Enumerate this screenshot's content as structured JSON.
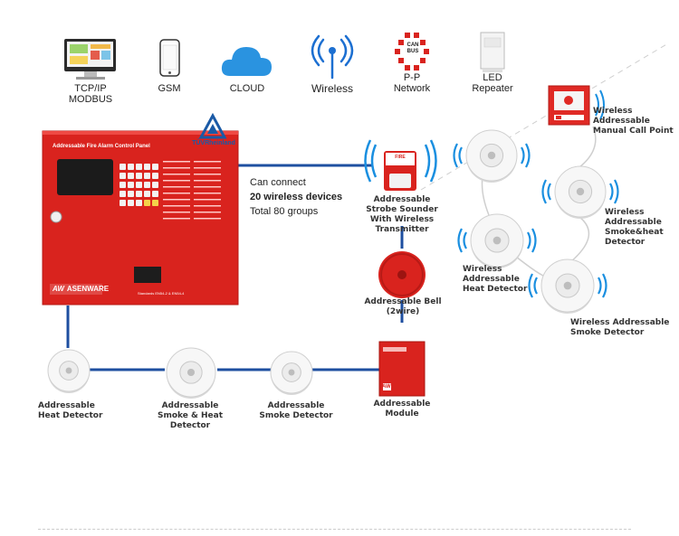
{
  "top_icons": [
    {
      "icon": "computer-icon",
      "lines": [
        "TCP/IP",
        "MODBUS"
      ]
    },
    {
      "icon": "phone-icon",
      "lines": [
        "GSM"
      ]
    },
    {
      "icon": "cloud-icon",
      "lines": [
        "CLOUD"
      ]
    },
    {
      "icon": "wireless-antenna-icon",
      "lines": [
        "Wireless"
      ]
    },
    {
      "icon": "network-icon",
      "lines": [
        "P-P",
        "Network"
      ],
      "icon_text": [
        "CAN",
        "BUS"
      ]
    },
    {
      "icon": "repeater-icon",
      "lines": [
        "LED",
        "Repeater"
      ]
    }
  ],
  "panel": {
    "title": "Addressable Fire Alarm Control Panel",
    "brand": "ASENWARE",
    "brand_mark": "AW",
    "model_text": "Standards EN54-2 & EN54-4"
  },
  "cert": {
    "name": "TÜVRheinland"
  },
  "connect_text": {
    "line1": "Can connect",
    "line2": "20 wireless devices",
    "line3": "Total 80 groups"
  },
  "devices": {
    "strobe": {
      "lines": [
        "Addressable",
        "Strobe Sounder",
        "With Wireless Transmitter"
      ],
      "tag": "FIRE"
    },
    "bell": {
      "lines": [
        "Addressable Bell",
        "(2wire)"
      ]
    },
    "module": {
      "lines": [
        "Addressable",
        "Module"
      ],
      "mark": "AW"
    },
    "call_point": {
      "lines": [
        "Wireless",
        "Addressable",
        "Manual Call Point"
      ]
    },
    "w_smoke_heat": {
      "lines": [
        "Wireless",
        "Addressable",
        "Smoke&heat",
        "Detector"
      ]
    },
    "w_heat": {
      "lines": [
        "Wireless",
        "Addressable",
        "Heat Detector"
      ]
    },
    "w_smoke": {
      "lines": [
        "Wireless Addressable",
        "Smoke Detector"
      ]
    },
    "heat": {
      "lines": [
        "Addressable",
        "Heat Detector"
      ]
    },
    "smoke_heat": {
      "lines": [
        "Addressable",
        "Smoke & Heat Detector"
      ]
    },
    "smoke": {
      "lines": [
        "Addressable",
        "Smoke  Detector"
      ]
    }
  },
  "colors": {
    "panel_red": "#d9231e",
    "line_blue": "#1e4fa0",
    "wave_blue": "#1a8fe0",
    "antenna_blue": "#1c6fd1"
  }
}
